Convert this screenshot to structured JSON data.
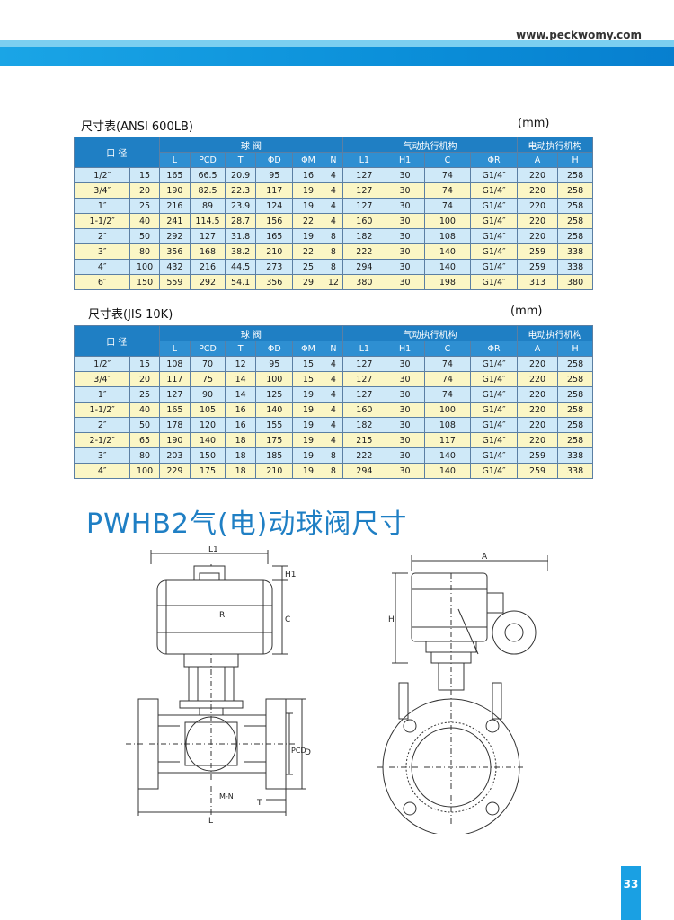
{
  "header": {
    "url": "www.peckwomy.com"
  },
  "table1": {
    "title": "尺寸表(ANSI 600LB)",
    "unit": "(mm)",
    "group_headers": {
      "size": "口 径",
      "ball_valve": "球 阀",
      "pneumatic": "气动执行机构",
      "electric": "电动执行机构"
    },
    "columns": [
      "L",
      "PCD",
      "T",
      "ΦD",
      "ΦM",
      "N",
      "L1",
      "H1",
      "C",
      "ΦR",
      "A",
      "H"
    ],
    "rows": [
      [
        "1/2″",
        "15",
        "165",
        "66.5",
        "20.9",
        "95",
        "16",
        "4",
        "127",
        "30",
        "74",
        "G1/4″",
        "220",
        "258"
      ],
      [
        "3/4″",
        "20",
        "190",
        "82.5",
        "22.3",
        "117",
        "19",
        "4",
        "127",
        "30",
        "74",
        "G1/4″",
        "220",
        "258"
      ],
      [
        "1″",
        "25",
        "216",
        "89",
        "23.9",
        "124",
        "19",
        "4",
        "127",
        "30",
        "74",
        "G1/4″",
        "220",
        "258"
      ],
      [
        "1-1/2″",
        "40",
        "241",
        "114.5",
        "28.7",
        "156",
        "22",
        "4",
        "160",
        "30",
        "100",
        "G1/4″",
        "220",
        "258"
      ],
      [
        "2″",
        "50",
        "292",
        "127",
        "31.8",
        "165",
        "19",
        "8",
        "182",
        "30",
        "108",
        "G1/4″",
        "220",
        "258"
      ],
      [
        "3″",
        "80",
        "356",
        "168",
        "38.2",
        "210",
        "22",
        "8",
        "222",
        "30",
        "140",
        "G1/4″",
        "259",
        "338"
      ],
      [
        "4″",
        "100",
        "432",
        "216",
        "44.5",
        "273",
        "25",
        "8",
        "294",
        "30",
        "140",
        "G1/4″",
        "259",
        "338"
      ],
      [
        "6″",
        "150",
        "559",
        "292",
        "54.1",
        "356",
        "29",
        "12",
        "380",
        "30",
        "198",
        "G1/4″",
        "313",
        "380"
      ]
    ]
  },
  "table2": {
    "title": "尺寸表(JIS 10K)",
    "unit": "(mm)",
    "group_headers": {
      "size": "口 径",
      "ball_valve": "球 阀",
      "pneumatic": "气动执行机构",
      "electric": "电动执行机构"
    },
    "columns": [
      "L",
      "PCD",
      "T",
      "ΦD",
      "ΦM",
      "N",
      "L1",
      "H1",
      "C",
      "ΦR",
      "A",
      "H"
    ],
    "rows": [
      [
        "1/2″",
        "15",
        "108",
        "70",
        "12",
        "95",
        "15",
        "4",
        "127",
        "30",
        "74",
        "G1/4″",
        "220",
        "258"
      ],
      [
        "3/4″",
        "20",
        "117",
        "75",
        "14",
        "100",
        "15",
        "4",
        "127",
        "30",
        "74",
        "G1/4″",
        "220",
        "258"
      ],
      [
        "1″",
        "25",
        "127",
        "90",
        "14",
        "125",
        "19",
        "4",
        "127",
        "30",
        "74",
        "G1/4″",
        "220",
        "258"
      ],
      [
        "1-1/2″",
        "40",
        "165",
        "105",
        "16",
        "140",
        "19",
        "4",
        "160",
        "30",
        "100",
        "G1/4″",
        "220",
        "258"
      ],
      [
        "2″",
        "50",
        "178",
        "120",
        "16",
        "155",
        "19",
        "4",
        "182",
        "30",
        "108",
        "G1/4″",
        "220",
        "258"
      ],
      [
        "2-1/2″",
        "65",
        "190",
        "140",
        "18",
        "175",
        "19",
        "4",
        "215",
        "30",
        "117",
        "G1/4″",
        "220",
        "258"
      ],
      [
        "3″",
        "80",
        "203",
        "150",
        "18",
        "185",
        "19",
        "8",
        "222",
        "30",
        "140",
        "G1/4″",
        "259",
        "338"
      ],
      [
        "4″",
        "100",
        "229",
        "175",
        "18",
        "210",
        "19",
        "8",
        "294",
        "30",
        "140",
        "G1/4″",
        "259",
        "338"
      ]
    ]
  },
  "section_title": "PWHB2气(电)动球阀尺寸",
  "drawing_labels": {
    "l1": "L1",
    "h1": "H1",
    "c": "C",
    "r": "R",
    "pcd": "PCD",
    "d": "D",
    "mn": "M-N",
    "t": "T",
    "l": "L",
    "a": "A",
    "h": "H"
  },
  "page_number": "33"
}
